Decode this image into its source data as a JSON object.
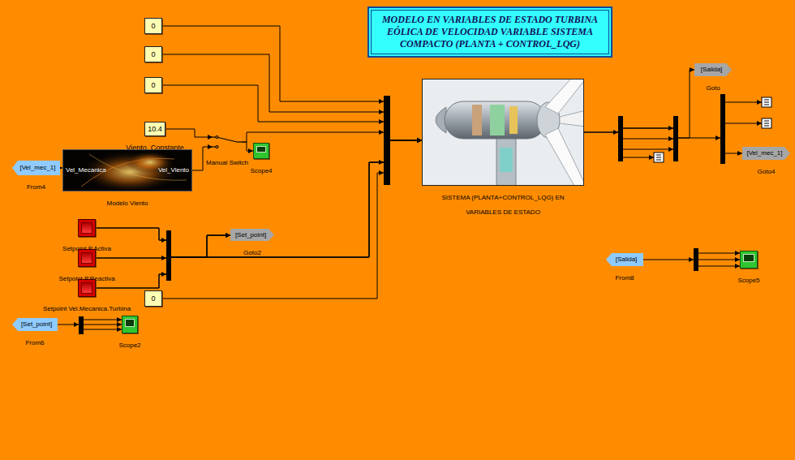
{
  "diagram": {
    "title": "MODELO EN VARIABLES DE ESTADO TURBINA EÓLICA DE VELOCIDAD VARIABLE SISTEMA COMPACTO (PLANTA + CONTROL_LQG)",
    "nodes": [
      {
        "text": [
          "0"
        ]
      },
      {
        "text": [
          "0"
        ]
      },
      {
        "text": [
          "0"
        ]
      },
      {
        "text": [
          "10.4",
          "Viento_Constante"
        ]
      },
      {
        "text": [
          "Manual Switch"
        ]
      },
      {
        "text": [
          "Scope4"
        ]
      },
      {
        "text": [
          "[Vel_mec_1]",
          "From4"
        ]
      },
      {
        "text": [
          "Vel_Mecanica",
          "Vel_Viento",
          "Modelo Viento"
        ]
      },
      {
        "text": [
          "Setpoint P.Activa"
        ]
      },
      {
        "text": [
          "Setpoint P.Reactiva"
        ]
      },
      {
        "text": [
          "Setpoint Vel.Mecanica.Turbina"
        ]
      },
      {
        "text": [
          "[Set_point]",
          "Goto2"
        ]
      },
      {
        "text": [
          "0"
        ]
      },
      {
        "text": [
          "SISTEMA (PLANTA+CONTROL_LQG) EN VARIABLES DE ESTADO"
        ]
      },
      {
        "text": [
          "[Salida]",
          "Goto"
        ]
      },
      {
        "text": [
          "[Vel_mec_1]",
          "Goto4"
        ]
      },
      {
        "text": [
          "[Salida]",
          "From8"
        ]
      },
      {
        "text": [
          "Scope5"
        ]
      },
      {
        "text": [
          "[Set_point]",
          "From6"
        ]
      },
      {
        "text": [
          "Scope2"
        ]
      }
    ],
    "edges": [
      {
        "from": 0,
        "to": 13,
        "arrow": "to"
      },
      {
        "from": 1,
        "to": 13,
        "arrow": "to"
      },
      {
        "from": 2,
        "to": 13,
        "arrow": "to"
      },
      {
        "from": 3,
        "to": 4,
        "arrow": "to"
      },
      {
        "from": 7,
        "to": 4,
        "arrow": "to"
      },
      {
        "from": 4,
        "to": 5,
        "arrow": "to"
      },
      {
        "from": 4,
        "to": 13,
        "arrow": "to"
      },
      {
        "from": 6,
        "to": 7,
        "arrow": "to"
      },
      {
        "from": 8,
        "to": 11,
        "arrow": "to"
      },
      {
        "from": 9,
        "to": 11,
        "arrow": "to"
      },
      {
        "from": 10,
        "to": 11,
        "arrow": "to"
      },
      {
        "from": 8,
        "to": 13,
        "arrow": "to"
      },
      {
        "from": 9,
        "to": 13,
        "arrow": "to"
      },
      {
        "from": 10,
        "to": 13,
        "arrow": "to"
      },
      {
        "from": 12,
        "to": 13,
        "arrow": "to"
      },
      {
        "from": 13,
        "to": 14,
        "arrow": "to"
      },
      {
        "from": 13,
        "to": 15,
        "arrow": "to"
      },
      {
        "from": 16,
        "to": 17,
        "arrow": "to"
      },
      {
        "from": 18,
        "to": 19,
        "arrow": "to"
      }
    ]
  }
}
